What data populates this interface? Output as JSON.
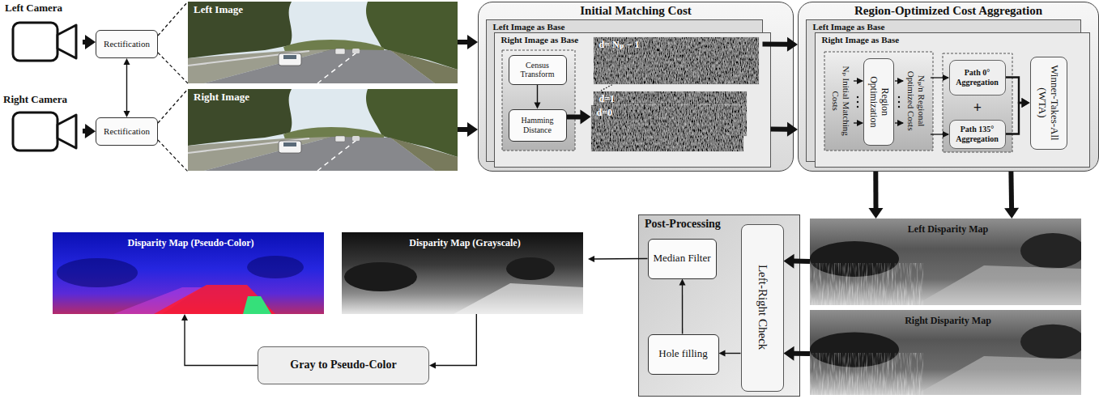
{
  "diagram": {
    "nodes": [
      {
        "text": [
          "Left Camera"
        ]
      },
      {
        "text": [
          "Rectification"
        ]
      },
      {
        "text": [
          "Left Image"
        ]
      },
      {
        "text": [
          "Right Camera"
        ]
      },
      {
        "text": [
          "Rectification"
        ]
      },
      {
        "text": [
          "Right Image"
        ]
      },
      {
        "text": [
          "Initial Matching Cost"
        ]
      },
      {
        "text": [
          "Left Image as Base"
        ],
        "in": 6
      },
      {
        "text": [
          "Right Image as Base"
        ],
        "in": 6
      },
      {
        "text": [
          "Census Transform"
        ],
        "in": 8
      },
      {
        "text": [
          "Hamming Distance"
        ],
        "in": 8
      },
      {
        "text": [
          "d= Nₚ − 1"
        ],
        "in": 8
      },
      {
        "text": [
          "d=1"
        ],
        "in": 8
      },
      {
        "text": [
          "d=0"
        ],
        "in": 8
      },
      {
        "text": [
          "Region-Optimized Cost Aggregation"
        ]
      },
      {
        "text": [
          "Left Image as Base"
        ],
        "in": 14
      },
      {
        "text": [
          "Right Image as Base"
        ],
        "in": 14
      },
      {
        "text": [
          "Region Optimization"
        ],
        "in": 16
      },
      {
        "text": [
          "Path 0° Aggregation"
        ],
        "in": 16
      },
      {
        "text": [
          "Path 135° Aggregation"
        ],
        "in": 16
      },
      {
        "text": [
          "Winner-Takes-All (WTA)"
        ],
        "in": 16
      },
      {
        "text": [
          "Left Disparity Map"
        ]
      },
      {
        "text": [
          "Right Disparity Map"
        ]
      },
      {
        "text": [
          "Post-Processing"
        ]
      },
      {
        "text": [
          "Left-Right Check"
        ],
        "in": 23
      },
      {
        "text": [
          "Hole filling"
        ],
        "in": 23
      },
      {
        "text": [
          "Median Filter"
        ],
        "in": 23
      },
      {
        "text": [
          "Disparity Map (Grayscale)"
        ]
      },
      {
        "text": [
          "Disparity Map (Pseudo-Color)"
        ]
      },
      {
        "text": [
          "Gray to Pseudo-Color"
        ]
      }
    ],
    "edges": [
      {
        "from": 0,
        "to": 1,
        "arrow": "to"
      },
      {
        "from": 1,
        "to": 2,
        "arrow": "none"
      },
      {
        "from": 3,
        "to": 4,
        "arrow": "to"
      },
      {
        "from": 4,
        "to": 5,
        "arrow": "none"
      },
      {
        "from": 1,
        "to": 4,
        "arrow": "both"
      },
      {
        "from": 2,
        "to": 6,
        "arrow": "to"
      },
      {
        "from": 5,
        "to": 6,
        "arrow": "to"
      },
      {
        "from": 9,
        "to": 10,
        "arrow": "to"
      },
      {
        "from": 10,
        "to": 13,
        "arrow": "to"
      },
      {
        "from": 7,
        "to": 14,
        "arrow": "to"
      },
      {
        "from": 8,
        "to": 14,
        "arrow": "to"
      },
      {
        "from": 18,
        "to": 20,
        "arrow": "to"
      },
      {
        "from": 19,
        "to": 20,
        "arrow": "to"
      },
      {
        "from": 14,
        "to": 21,
        "arrow": "to"
      },
      {
        "from": 14,
        "to": 21,
        "arrow": "to"
      },
      {
        "from": 21,
        "to": 24,
        "arrow": "to"
      },
      {
        "from": 22,
        "to": 24,
        "arrow": "to"
      },
      {
        "from": 24,
        "to": 25,
        "arrow": "to"
      },
      {
        "from": 25,
        "to": 26,
        "arrow": "to"
      },
      {
        "from": 26,
        "to": 27,
        "arrow": "to"
      },
      {
        "from": 27,
        "to": 29,
        "arrow": "to"
      },
      {
        "from": 29,
        "to": 28,
        "arrow": "to"
      }
    ],
    "labels": [
      "Nₚ Initial Matching Costs",
      "Nₚ/n Regional Optimized Costs",
      "+"
    ]
  }
}
